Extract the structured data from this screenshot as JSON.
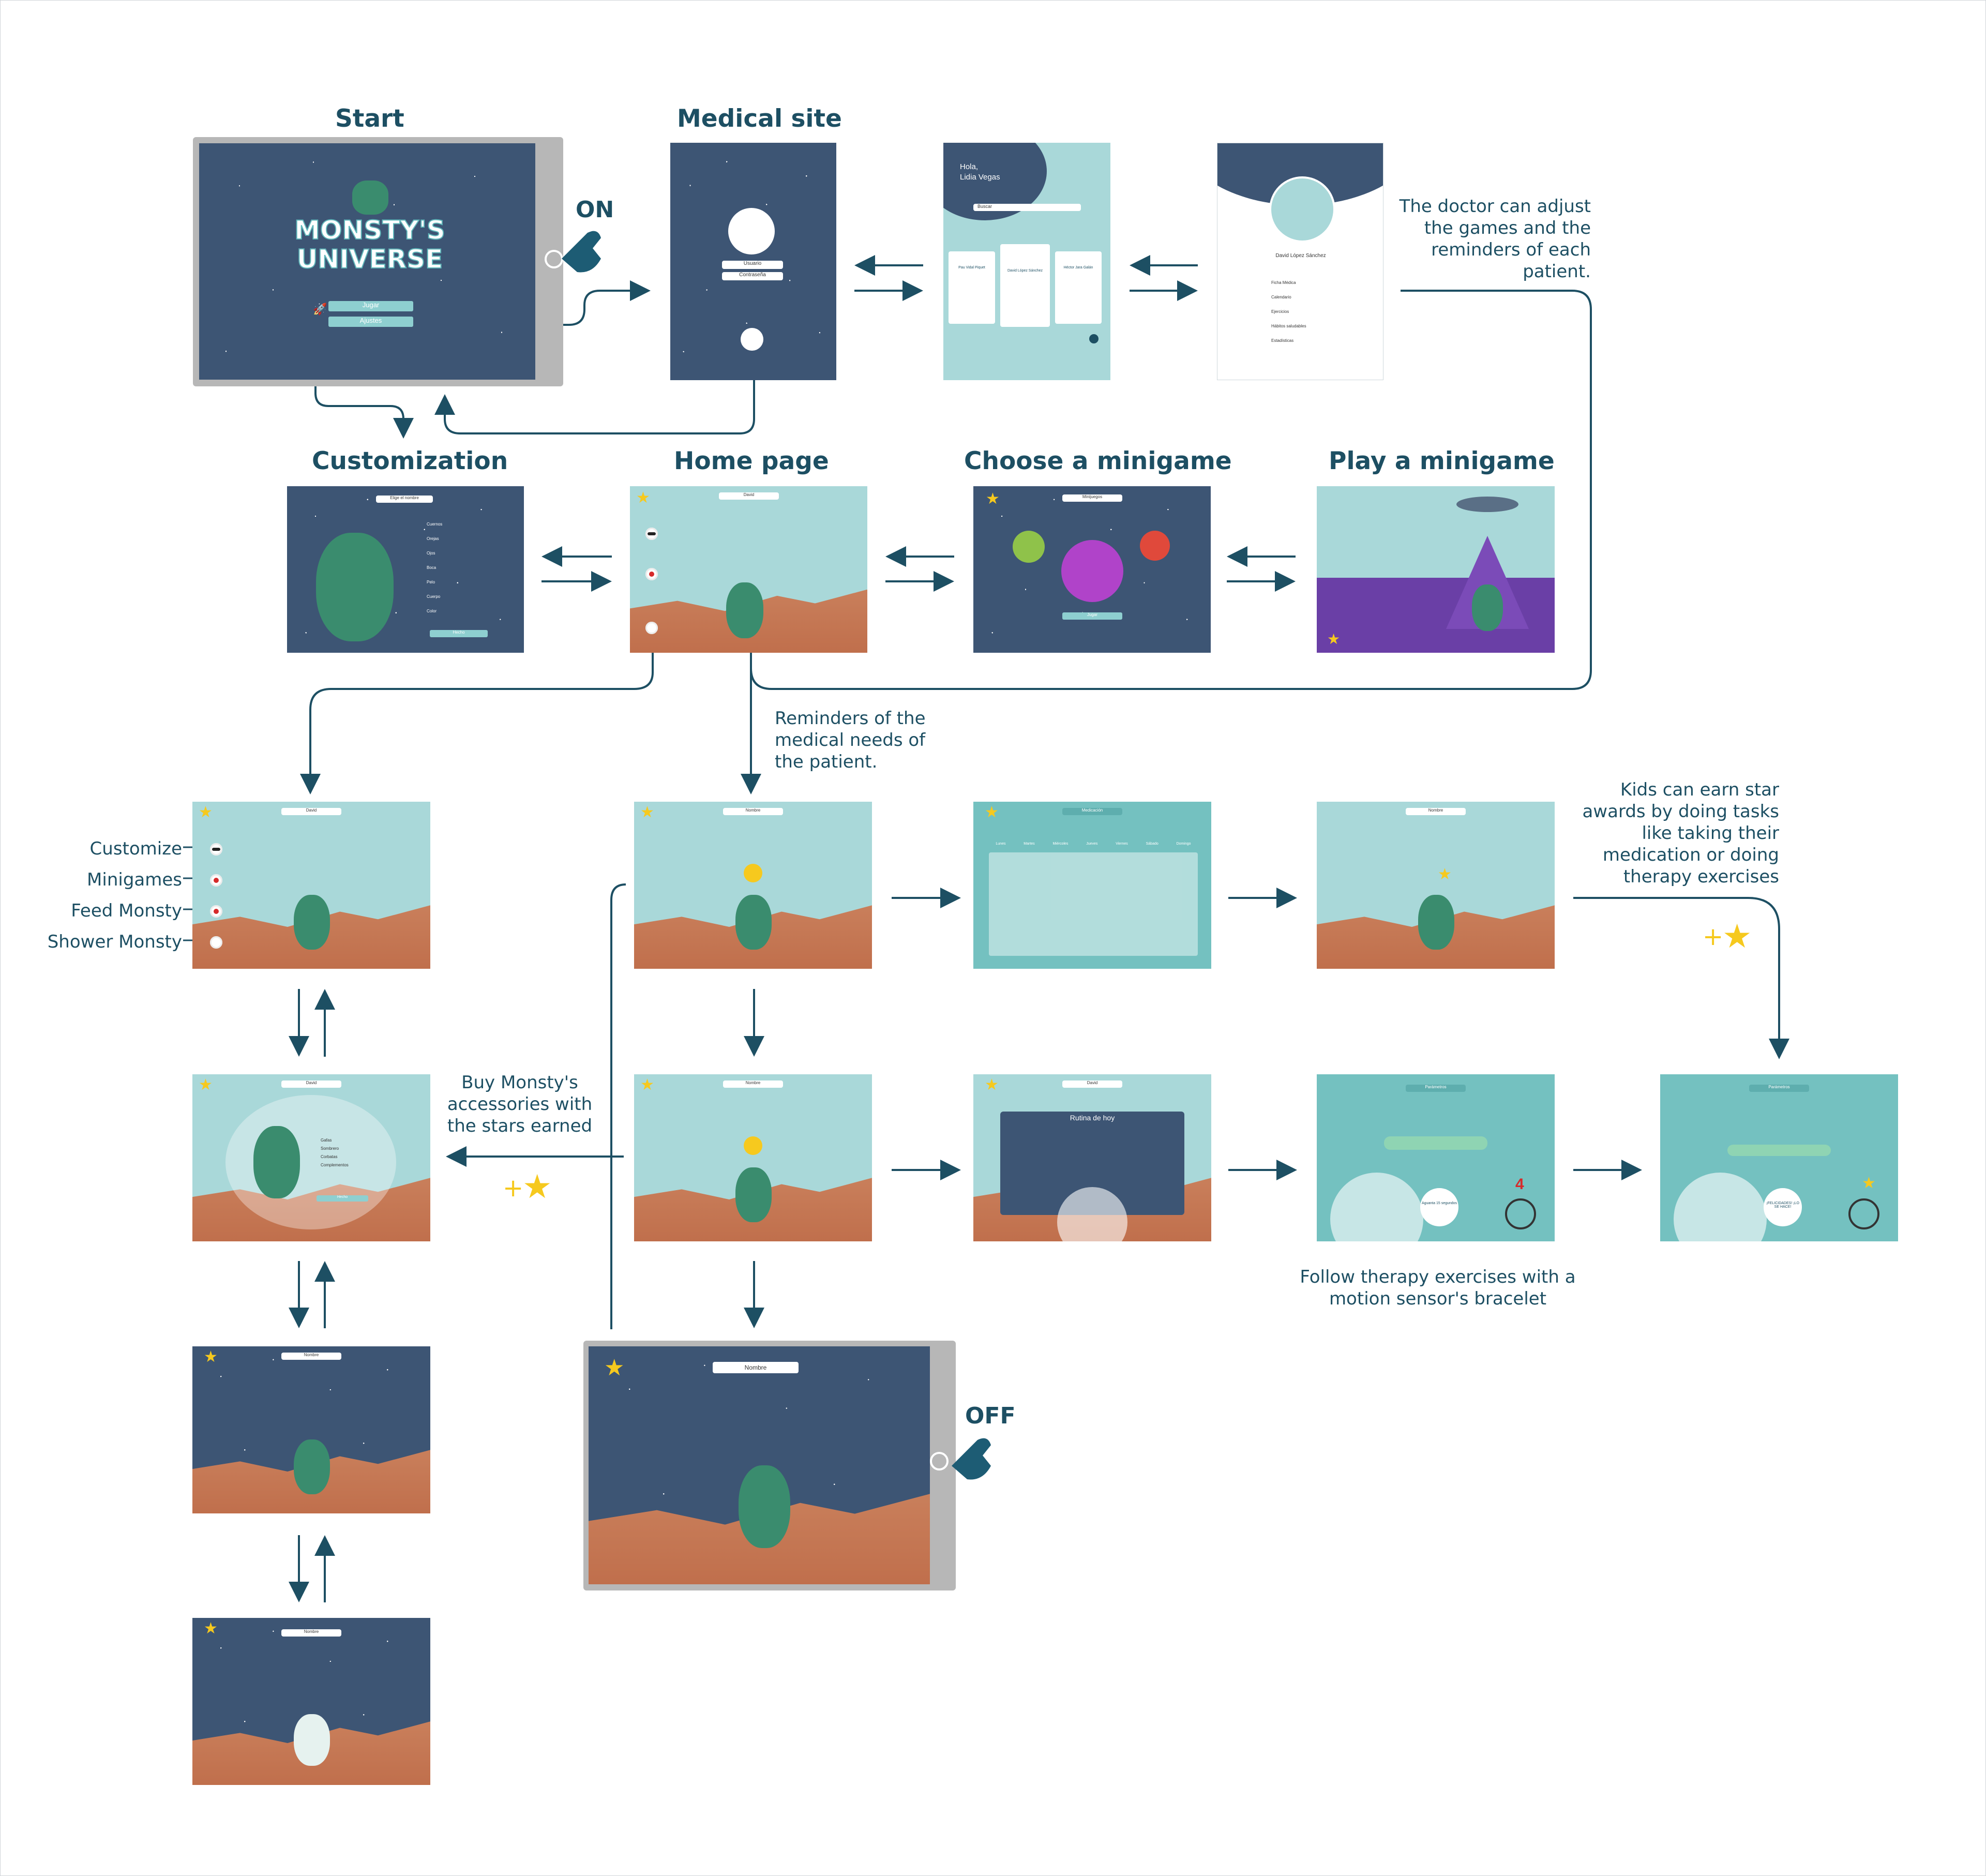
{
  "titles": {
    "start": "Start",
    "medical_site": "Medical site",
    "customization": "Customization",
    "home_page": "Home page",
    "choose_minigame": "Choose a minigame",
    "play_minigame": "Play a minigame"
  },
  "power": {
    "on": "ON",
    "off": "OFF"
  },
  "notes": {
    "doctor": "The doctor can adjust the games and the reminders of each patient.",
    "reminders": "Reminders of the medical needs of the patient.",
    "stars": "Kids can earn star awards by doing tasks like taking their medication or doing therapy exercises",
    "buy": "Buy Monsty's accessories with the stars earned",
    "therapy": "Follow therapy exercises with a motion sensor's bracelet",
    "customize": "Customize",
    "minigames": "Minigames",
    "feed": "Feed Monsty",
    "shower": "Shower Monsty",
    "plus": "+"
  },
  "start_screen": {
    "logo_line1": "MONSTY'S",
    "logo_line2": "UNIVERSE",
    "play": "Jugar",
    "settings": "Ajustes"
  },
  "medical_screen": {
    "user": "Usuario",
    "password": "Contraseña"
  },
  "doctor_screen": {
    "greeting": "Hola,",
    "doctor_name": "Lidia Vegas",
    "search": "Buscar",
    "patients": [
      "Pau Vidal Piquet",
      "David López Sánchez",
      "Héctor Jara Galán"
    ]
  },
  "patient_screen": {
    "name": "David López Sánchez",
    "menu": [
      "Ficha Médica",
      "Calendario",
      "Ejercicios",
      "Hábitos saludables",
      "Estadísticas"
    ]
  },
  "custom_screen": {
    "header": "Elige el nombre",
    "options": [
      "Cuernos",
      "Orejas",
      "Ojos",
      "Boca",
      "Pelo",
      "Cuerpo",
      "Color"
    ],
    "ok": "Hecho"
  },
  "home_screen": {
    "name": "David",
    "name_alt": "Nombre"
  },
  "minigame_screen": {
    "header": "Minijuegos",
    "play": "Jugar"
  },
  "calendar_screen": {
    "header": "Medicación",
    "days": [
      "Lunes",
      "Martes",
      "Miércoles",
      "Jueves",
      "Viernes",
      "Sábado",
      "Domingo"
    ]
  },
  "routine_screen": {
    "header": "David",
    "title": "Rutina de hoy"
  },
  "exercise_screen": {
    "header": "Parámetros",
    "hold": "Aguanta 15 segundos",
    "count": "4",
    "done": "¡FELICIDADES! ¡LO SE HACE!"
  },
  "shop_screen": {
    "header": "David",
    "items": [
      "Gafas",
      "Sombrero",
      "Corbatas",
      "Complementos"
    ],
    "ok": "Hecho"
  },
  "colors": {
    "title": "#1d4f63",
    "night": "#3d5574",
    "day": "#a9d8d9",
    "ground": "#c97f5b",
    "accent": "#8ecfd0",
    "star": "#f6c91e"
  }
}
